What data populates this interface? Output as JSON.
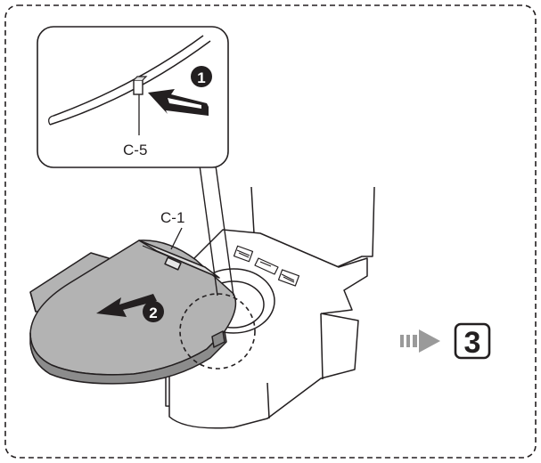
{
  "labels": {
    "part_c5": "C-5",
    "part_c1": "C-1"
  },
  "steps": {
    "step1": "1",
    "step2": "2",
    "next_step": "3"
  },
  "colors": {
    "line": "#231f20",
    "seat_fill": "#b3b3b3",
    "seat_dark": "#8c8c8c",
    "next_arrow": "#9a9a9a"
  },
  "icons": {
    "push_arrow": "push-arrow-icon",
    "slide_arrow": "slide-arrow-icon",
    "next_arrow": "next-step-arrow-icon"
  }
}
